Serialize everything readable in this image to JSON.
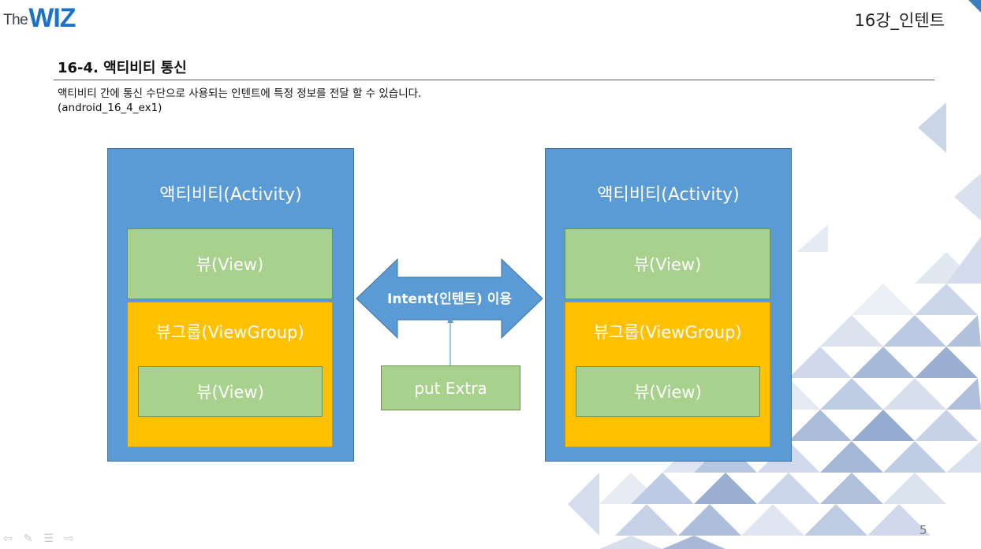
{
  "logo": {
    "the": "The",
    "wiz": "WIZ"
  },
  "header": {
    "chapter": "16강_인텐트"
  },
  "slide": {
    "title": "16-4. 액티비티 통신",
    "description_line1": "액티비티 간에 통신 수단으로 사용되는 인텐트에 특정 정보를 전달 할 수 있습니다.",
    "description_line2": "(android_16_4_ex1)"
  },
  "diagram": {
    "left_activity": {
      "title": "액티비티(Activity)",
      "view": "뷰(View)",
      "viewgroup": "뷰그룹(ViewGroup)",
      "inner_view": "뷰(View)"
    },
    "right_activity": {
      "title": "액티비티(Activity)",
      "view": "뷰(View)",
      "viewgroup": "뷰그룹(ViewGroup)",
      "inner_view": "뷰(View)"
    },
    "arrow_label": "Intent(인텐트) 이용",
    "put_extra": "put Extra"
  },
  "footer": {
    "page_number": "5"
  },
  "colors": {
    "activity": "#5b9bd5",
    "view": "#a9d18e",
    "viewgroup": "#ffc000",
    "logo": "#1a73c9"
  },
  "icons": [
    "back-arrow-icon",
    "pen-icon",
    "menu-icon",
    "forward-arrow-icon"
  ]
}
